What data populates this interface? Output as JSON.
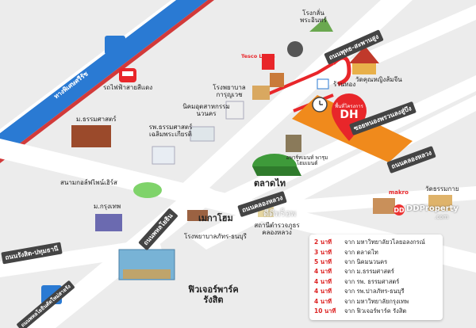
{
  "project": {
    "small_label": "พื้นที่โครงการ",
    "code": "DH"
  },
  "roads": {
    "motorway": "ทางพิเศษศรีรัช",
    "rail": "รถไฟฟ้าสายสีแดง",
    "upper_right": "ถนนพุทธ-สะพานสูง",
    "soi_right": "ซอยหนองพรวนลงสู่บึง",
    "right_mid": "ถนนคลองหลวง",
    "center": "ถนนคลองหลวง",
    "left_vertical": "ถนนพหลโยธิน",
    "lower_left": "ถนนรังสิต-ปทุมธานี",
    "bottom_left": "ถนนพหลโยธินตัดใหม่สายรัง"
  },
  "places": {
    "factory": "โรงกลั่น พระอินทร์",
    "tesco": "Tesco Lotus",
    "wat_right": "วัดคุณหญิงส้มจีน",
    "shop": "ร้านทอง",
    "hospital1": "โรงพยาบาล การุญเวช",
    "industrial": "นิคมอุตสาหกรรม นวนคร",
    "univ1": "ม.ธรรมศาสตร์",
    "hosp_tu": "รพ.ธรรมศาสตร์ เฉลิมพระเกียรติ",
    "market": "ตลาดไท",
    "apt": "อพาร์ทเมนท์ พารุม โฮมเมนต์",
    "golf": "สนามกอล์ฟไพน์เฮิร์ส",
    "krungthep": "ม.กรุงเทพ",
    "homepro": "เมกาโฮม",
    "hosp_patum": "โรงพยาบาลภัทร-ธนบุรี",
    "police": "สถานีตำรวจภูธร คลองหลวง",
    "makro": "makro",
    "wat_makro": "วัดธรรมกาย",
    "future": "ฟิวเจอร์พาร์ค รังสิต"
  },
  "legend": [
    {
      "time": "2 นาที",
      "place": "จาก มหาวิทยาลัยวไลยอลงกรณ์"
    },
    {
      "time": "3 นาที",
      "place": "จาก ตลาดไท"
    },
    {
      "time": "5 นาที",
      "place": "จาก นิคมนวนคร"
    },
    {
      "time": "4 นาที",
      "place": "จาก ม.ธรรมศาสตร์"
    },
    {
      "time": "4 นาที",
      "place": "จาก รพ. ธรรมศาสตร์"
    },
    {
      "time": "4 นาที",
      "place": "จาก รพ.ปาลภัทร-ธนบุรี"
    },
    {
      "time": "4 นาที",
      "place": "จาก มหาวิทยาลัยกรุงเทพ"
    },
    {
      "time": "10 นาที",
      "place": "จาก ฟิวเจอร์พาร์ค รังสิต"
    }
  ],
  "brand": {
    "name": "DDProperty",
    "sub": ".com",
    "mark": "DD"
  },
  "watermark": "ดีดีพร็อพ",
  "colors": {
    "site": "#f08a1c",
    "pin": "#e8262a",
    "motorway": "#1f6fc4",
    "road": "#ffffff"
  }
}
